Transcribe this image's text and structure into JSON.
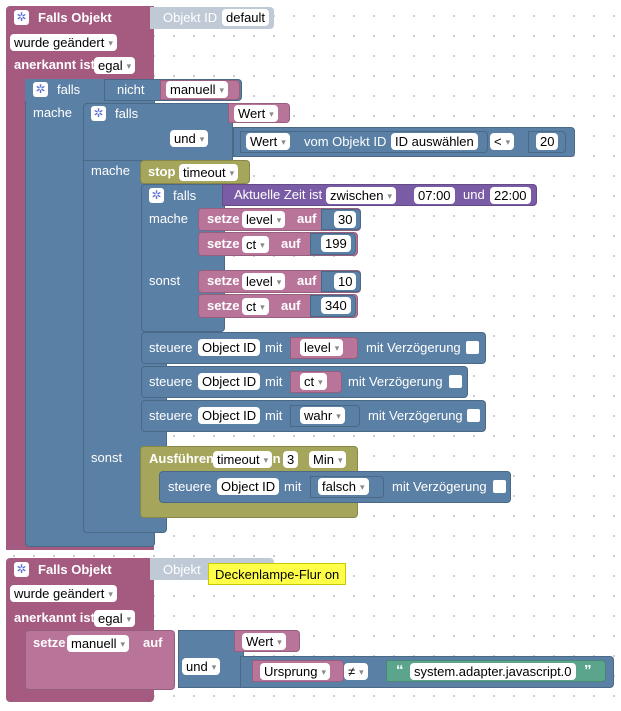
{
  "block1": {
    "title": "Falls Objekt",
    "objekt_id_label": "Objekt ID",
    "objekt_id_value": "default",
    "changed_value": "wurde geändert",
    "ack_label": "anerkannt ist",
    "ack_value": "egal",
    "if_label": "falls",
    "not_label": "nicht",
    "manual_var": "manuell",
    "do_label": "mache",
    "inner_if_label": "falls",
    "wert_var": "Wert",
    "and_value": "und",
    "wert_label": "Wert",
    "vom_objekt_label": "vom Objekt ID",
    "id_auswaehlen": "ID auswählen",
    "compare_op": "<",
    "compare_num": "20",
    "inner_do_label": "mache",
    "stop_label": "stop",
    "timeout_var": "timeout",
    "time_if_label": "falls",
    "time_label": "Aktuelle Zeit ist",
    "between_value": "zwischen",
    "time_from": "07:00",
    "time_and": "und",
    "time_to": "22:00",
    "time_do_label": "mache",
    "set_label": "setze",
    "level_var": "level",
    "ct_var": "ct",
    "to_label": "auf",
    "level_on": "30",
    "ct_on": "199",
    "else_label": "sonst",
    "level_off": "10",
    "ct_off": "340",
    "control_label": "steuere",
    "object_id_field": "Object ID",
    "with_label": "mit",
    "delay_label": "mit Verzögerung",
    "true_value": "wahr",
    "outer_else_label": "sonst",
    "execute_label": "Ausführen",
    "in_label": "in",
    "delay_num": "3",
    "unit_value": "Min",
    "false_value": "falsch"
  },
  "block2": {
    "title": "Falls Objekt",
    "objekt_id_label": "Objekt",
    "comment": "Deckenlampe-Flur on",
    "changed_value": "wurde geändert",
    "ack_label": "anerkannt ist",
    "ack_value": "egal",
    "set_label": "setze",
    "manual_var": "manuell",
    "to_label": "auf",
    "wert_var": "Wert",
    "and_value": "und",
    "ursprung_value": "Ursprung",
    "neq_value": "≠",
    "open_quote": "“",
    "string_value": "system.adapter.javascript.0",
    "close_quote": "”"
  }
}
